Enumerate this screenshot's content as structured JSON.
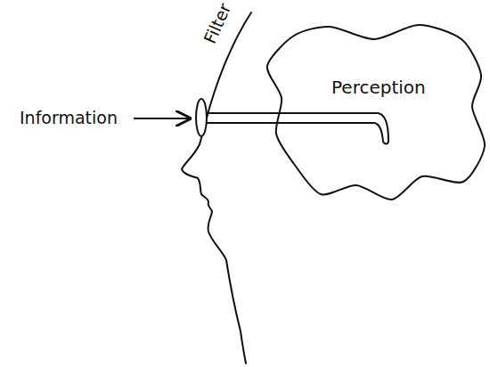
{
  "diagram": {
    "nodes": [
      {
        "text": [
          "Perception"
        ]
      }
    ],
    "labels": [
      "Information",
      "Filter"
    ]
  }
}
